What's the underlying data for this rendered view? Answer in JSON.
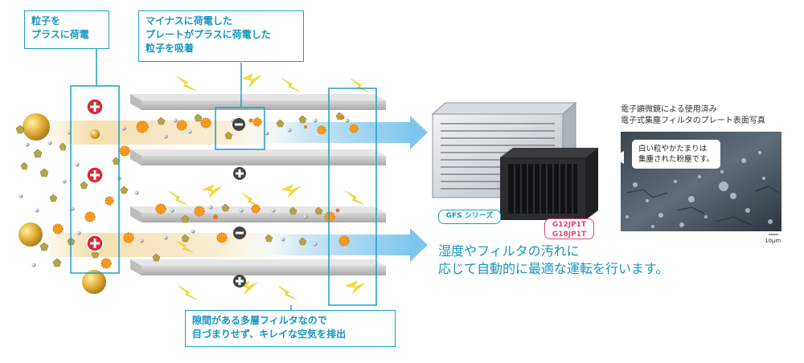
{
  "callouts": {
    "charge": [
      "粒子を",
      "プラスに荷電"
    ],
    "attract": [
      "マイナスに荷電した",
      "プレートがプラスに荷電した",
      "粒子を吸着"
    ],
    "layer": [
      "隙間がある多層フィルタなので",
      "目づまりせず、キレイな空気を排出"
    ]
  },
  "photo": {
    "caption_line1": "電子顕微鏡による使用済み",
    "caption_line2": "電子式集塵フィルタのプレート表面写真",
    "bubble_line1": "白い粒やかたまりは",
    "bubble_line2": "集塵された粉塵です。",
    "scale": "10μm"
  },
  "products": {
    "gfs": "GFS シリーズ",
    "g12": "G12JP1T",
    "g18": "G18JP1T"
  },
  "description": {
    "line1": "湿度やフィルタの汚れに",
    "line2": "応じて自動的に最適な運転を行います。"
  },
  "colors": {
    "accent": "#1696c0",
    "pink": "#e0457b",
    "plus_red": "#d62c3a"
  }
}
